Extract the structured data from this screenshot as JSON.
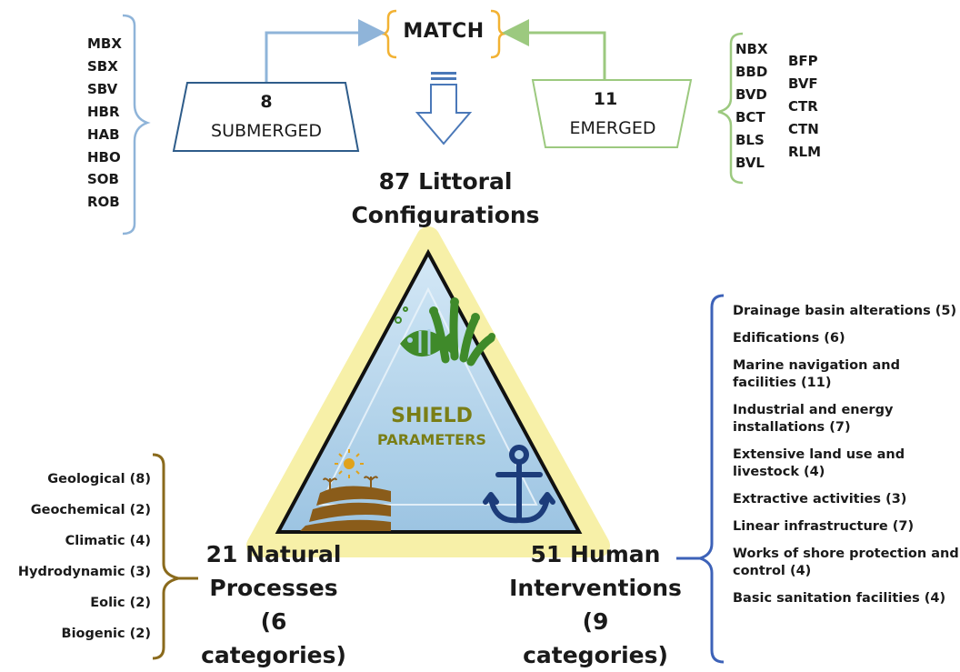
{
  "match": {
    "label": "MATCH"
  },
  "submerged": {
    "count": "8",
    "label": "SUBMERGED",
    "codes": [
      "MBX",
      "SBX",
      "SBV",
      "HBR",
      "HAB",
      "HBO",
      "SOB",
      "ROB"
    ]
  },
  "emerged": {
    "count": "11",
    "label": "EMERGED",
    "codes_col1": [
      "NBX",
      "BBD",
      "BVD",
      "BCT",
      "BLS",
      "BVL"
    ],
    "codes_col2": [
      "BFP",
      "BVF",
      "CTR",
      "CTN",
      "RLM"
    ]
  },
  "littoral": {
    "line1": "87 Littoral",
    "line2": "Configurations"
  },
  "shield": {
    "line1": "SHIELD",
    "line2": "PARAMETERS"
  },
  "natural": {
    "line1": "21 Natural",
    "line2": "Processes",
    "line3": "(6 categories)",
    "items": [
      "Geological (8)",
      "Geochemical (2)",
      "Climatic (4)",
      "Hydrodynamic (3)",
      "Eolic (2)",
      "Biogenic (2)"
    ]
  },
  "human": {
    "line1": "51 Human",
    "line2": "Interventions",
    "line3": "(9 categories)",
    "items": [
      "Drainage basin alterations (5)",
      "Edifications (6)",
      "Marine navigation and facilities (11)",
      "Industrial and energy installations (7)",
      "Extensive land use and livestock (4)",
      "Extractive activities (3)",
      "Linear infrastructure (7)",
      "Works of shore protection and control (4)",
      "Basic sanitation facilities (4)"
    ]
  },
  "colors": {
    "submerged_blue": "#8fb4d9",
    "emerged_green": "#9cc97f",
    "match_brace": "#f2b233",
    "natural_brace": "#8a6a1c",
    "human_brace": "#3d62b8",
    "triangle_fill": "#a9cde6",
    "glow": "#f6ee9a",
    "shield_text": "#7a7e16",
    "fish_green": "#3f8a2a",
    "anchor_navy": "#1c3c7a",
    "land_brown": "#8a5c1a"
  },
  "icons": [
    "sea-life-icon",
    "farmland-icon",
    "anchor-icon",
    "down-arrow-icon"
  ]
}
